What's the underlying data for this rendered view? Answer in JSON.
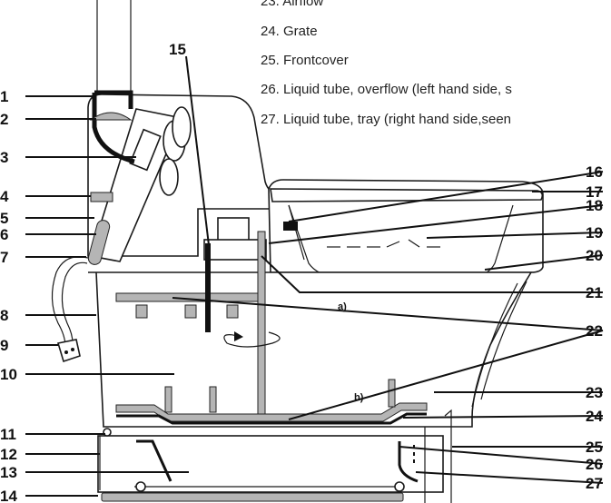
{
  "legend": [
    "23. Airflow",
    "24. Grate",
    "25. Frontcover",
    "26. Liquid tube, overflow (left hand side, s",
    "27. Liquid tube, tray (right hand side,seen"
  ],
  "labels_left": [
    "1",
    "2",
    "3",
    "4",
    "5",
    "6",
    "7",
    "8",
    "9",
    "10",
    "11",
    "12",
    "13",
    "14"
  ],
  "labels_right": [
    "16",
    "17",
    "18",
    "19",
    "20",
    "21",
    "22",
    "23",
    "24",
    "25",
    "26",
    "27"
  ],
  "label_top": "15",
  "markers": {
    "a": "a)",
    "b": "b)"
  }
}
